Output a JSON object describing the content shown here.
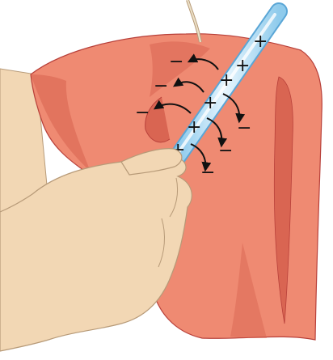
{
  "figure": {
    "charges": {
      "plus": "+",
      "minus": "−"
    },
    "colors": {
      "background": "#ffffff",
      "cloth": "#ef8a72",
      "cloth_shadow": "#d96552",
      "cloth_outline": "#b8403a",
      "hand": "#f2d7b4",
      "hand_outline": "#b79a78",
      "rod": "#bfe2f5",
      "rod_edge": "#5aa6d6",
      "arrow": "#111111",
      "wire": "#d8c9a8"
    },
    "parts": [
      "cloth",
      "hand",
      "glass-rod",
      "charge-arrows",
      "wire"
    ]
  }
}
